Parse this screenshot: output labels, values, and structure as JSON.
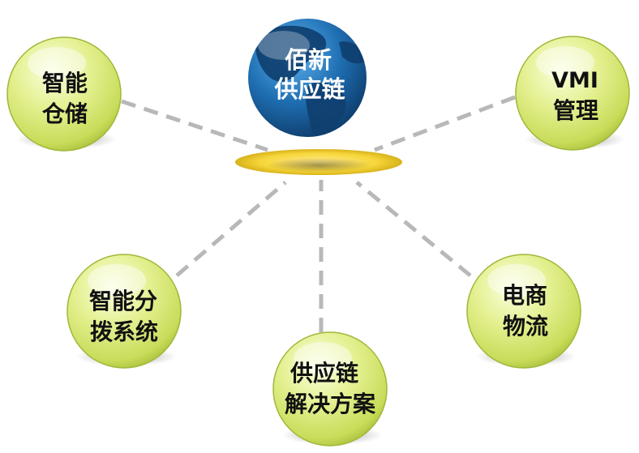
{
  "hub": {
    "line1": "佰新",
    "line2": "供应链"
  },
  "nodes": [
    {
      "id": "smart-warehouse",
      "line1": "智能",
      "line2": "仓储"
    },
    {
      "id": "vmi-management",
      "line1": "VMI",
      "line2": "管理"
    },
    {
      "id": "smart-sorting",
      "line1": "智能分",
      "line2": "拨系统"
    },
    {
      "id": "supply-chain-solution",
      "line1": "供应链",
      "line2": "解决方案"
    },
    {
      "id": "ecommerce-logistics",
      "line1": "电商",
      "line2": "物流"
    }
  ],
  "colors": {
    "node_fill": "#e2ef8e",
    "node_edge": "#9fb83a",
    "globe_ocean": "#1f6fb3",
    "globe_land": "#0f3f6e",
    "disc": "#f6d63a",
    "connector": "#b8b8b8"
  }
}
